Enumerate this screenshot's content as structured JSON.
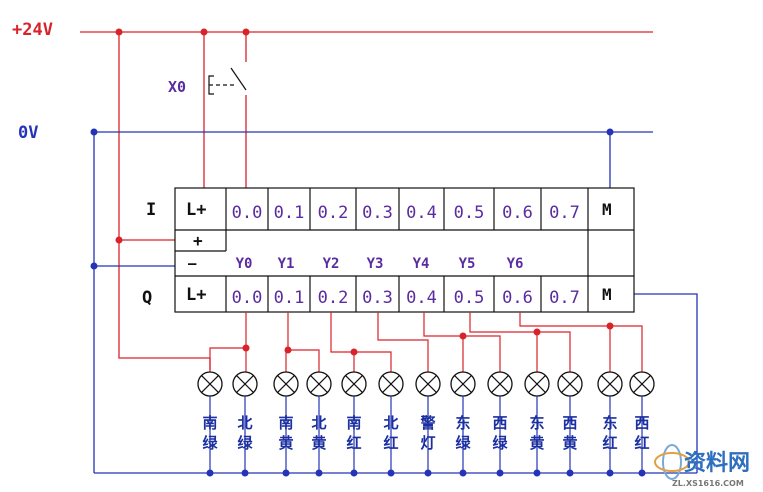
{
  "rails": {
    "plus24": "+24V",
    "zero": "0V"
  },
  "switch_label": "X0",
  "rows": {
    "input": "I",
    "output": "Q"
  },
  "terminals": {
    "lplus": "L+",
    "plus": "+",
    "minus": "—",
    "m": "M"
  },
  "input_cells": [
    "0.0",
    "0.1",
    "0.2",
    "0.3",
    "0.4",
    "0.5",
    "0.6",
    "0.7"
  ],
  "output_cells": [
    "0.0",
    "0.1",
    "0.2",
    "0.3",
    "0.4",
    "0.5",
    "0.6",
    "0.7"
  ],
  "y_labels": [
    "Y0",
    "Y1",
    "Y2",
    "Y3",
    "Y4",
    "Y5",
    "Y6"
  ],
  "lamps": [
    [
      "南",
      "绿"
    ],
    [
      "北",
      "绿"
    ],
    [
      "南",
      "黄"
    ],
    [
      "北",
      "黄"
    ],
    [
      "南",
      "红"
    ],
    [
      "北",
      "红"
    ],
    [
      "警",
      "灯"
    ],
    [
      "东",
      "绿"
    ],
    [
      "西",
      "绿"
    ],
    [
      "东",
      "黄"
    ],
    [
      "西",
      "黄"
    ],
    [
      "东",
      "红"
    ],
    [
      "西",
      "红"
    ]
  ],
  "watermark": {
    "name": "资料网",
    "url": "ZL.XS1616.COM"
  },
  "colors": {
    "positive": "#d9232b",
    "negative": "#2433b8",
    "cell_text": "#5a2ca0",
    "lamp_text": "#1b2fa0"
  }
}
